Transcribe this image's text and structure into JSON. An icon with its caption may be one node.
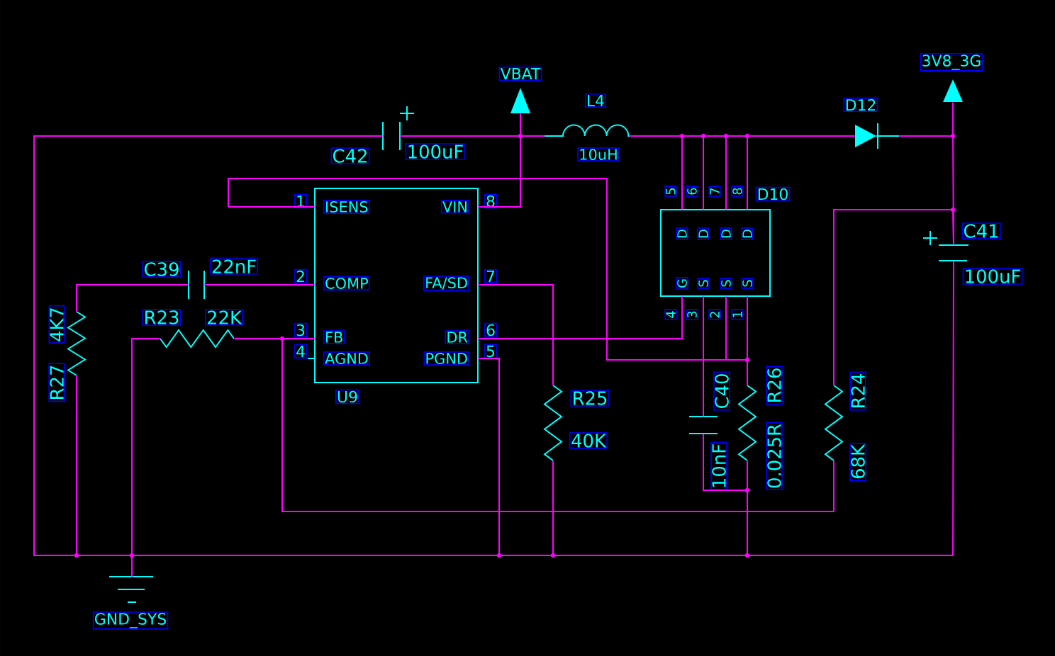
{
  "diagram": {
    "nodes": [
      {
        "text": [
          "C42",
          "100uF"
        ]
      },
      {
        "text": [
          "VBAT"
        ]
      },
      {
        "text": [
          "L4",
          "10uH"
        ]
      },
      {
        "text": [
          "D12"
        ]
      },
      {
        "text": [
          "3V8_3G"
        ]
      },
      {
        "text": [
          "1",
          "ISENS",
          "VIN",
          "8",
          "2",
          "COMP",
          "FA/SD",
          "7",
          "3",
          "FB",
          "DR",
          "6",
          "4",
          "AGND",
          "PGND",
          "5",
          "U9"
        ]
      },
      {
        "text": [
          "D",
          "D",
          "D",
          "D",
          "G",
          "S",
          "S",
          "S"
        ],
        "beside": [
          "5",
          "6",
          "7",
          "8",
          "D10",
          "4",
          "3",
          "2",
          "1"
        ]
      },
      {
        "text": [
          "C41",
          "100uF"
        ]
      },
      {
        "text": [
          "C39",
          "22nF"
        ]
      },
      {
        "text": [
          "R23",
          "22K"
        ]
      },
      {
        "text": [
          "4K7",
          "R27"
        ]
      },
      {
        "text": [
          "R25",
          "40K"
        ]
      },
      {
        "text": [
          "C40",
          "10nF"
        ]
      },
      {
        "text": [
          "R26",
          "0.025R"
        ]
      },
      {
        "text": [
          "R24",
          "68K"
        ]
      },
      {
        "text": [
          "GND_SYS"
        ]
      }
    ],
    "edges": [
      {
        "from": 15,
        "to": 0,
        "arrow": "none"
      },
      {
        "from": 0,
        "to": 1,
        "arrow": "none"
      },
      {
        "from": 5,
        "to": 1,
        "arrow": "none"
      },
      {
        "from": 2,
        "to": 6,
        "arrow": "none"
      },
      {
        "from": 6,
        "to": 3,
        "arrow": "none"
      },
      {
        "from": 3,
        "to": 4,
        "arrow": "none"
      },
      {
        "from": 3,
        "to": 7,
        "arrow": "none"
      },
      {
        "from": 7,
        "to": 14,
        "arrow": "none"
      },
      {
        "from": 8,
        "to": 5,
        "arrow": "none"
      },
      {
        "from": 10,
        "to": 8,
        "arrow": "none"
      },
      {
        "from": 9,
        "to": 5,
        "arrow": "none"
      },
      {
        "from": 14,
        "to": 5,
        "arrow": "none"
      },
      {
        "from": 5,
        "to": 11,
        "arrow": "none"
      },
      {
        "from": 5,
        "to": 6,
        "arrow": "none"
      },
      {
        "from": 5,
        "to": 6,
        "arrow": "none"
      },
      {
        "from": 6,
        "to": 13,
        "arrow": "none"
      },
      {
        "from": 6,
        "to": 12,
        "arrow": "none"
      },
      {
        "from": 12,
        "to": 15,
        "arrow": "none"
      },
      {
        "from": 15,
        "to": 10,
        "arrow": "none"
      },
      {
        "from": 15,
        "to": 9,
        "arrow": "none"
      },
      {
        "from": 15,
        "to": 5,
        "arrow": "none"
      },
      {
        "from": 15,
        "to": 11,
        "arrow": "none"
      },
      {
        "from": 15,
        "to": 13,
        "arrow": "none"
      },
      {
        "from": 15,
        "to": 7,
        "arrow": "none"
      },
      {
        "from": 1,
        "to": 2,
        "arrow": "none"
      },
      {
        "from": 0,
        "to": 2,
        "arrow": "none"
      }
    ]
  }
}
